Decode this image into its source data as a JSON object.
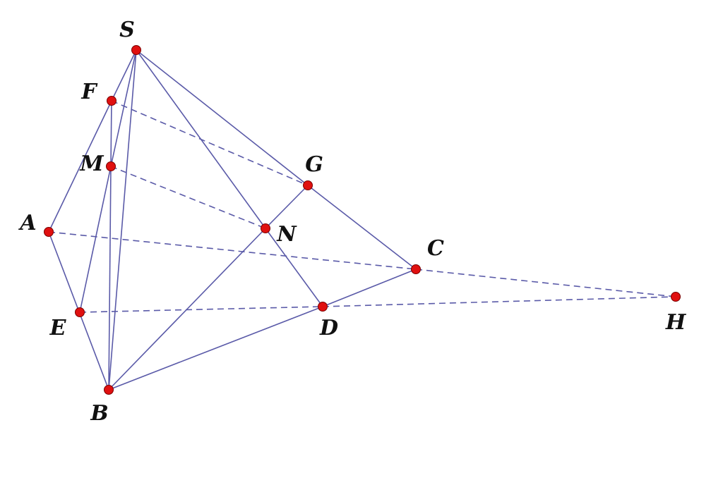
{
  "diagram": {
    "colors": {
      "line": "#5a5aa8",
      "point_fill": "#e01010",
      "point_stroke": "#7a0000",
      "label": "#111111"
    },
    "points": [
      {
        "id": "S",
        "label": "S"
      },
      {
        "id": "F",
        "label": "F"
      },
      {
        "id": "M",
        "label": "M"
      },
      {
        "id": "G",
        "label": "G"
      },
      {
        "id": "A",
        "label": "A"
      },
      {
        "id": "N",
        "label": "N"
      },
      {
        "id": "C",
        "label": "C"
      },
      {
        "id": "E",
        "label": "E"
      },
      {
        "id": "D",
        "label": "D"
      },
      {
        "id": "H",
        "label": "H"
      },
      {
        "id": "B",
        "label": "B"
      }
    ],
    "solid_segments": [
      [
        "S",
        "F"
      ],
      [
        "F",
        "M"
      ],
      [
        "S",
        "M"
      ],
      [
        "S",
        "B"
      ],
      [
        "S",
        "N"
      ],
      [
        "N",
        "D"
      ],
      [
        "S",
        "G"
      ],
      [
        "G",
        "C"
      ],
      [
        "F",
        "A"
      ],
      [
        "A",
        "B"
      ],
      [
        "M",
        "E"
      ],
      [
        "M",
        "B"
      ],
      [
        "B",
        "N"
      ],
      [
        "N",
        "G"
      ],
      [
        "B",
        "D"
      ],
      [
        "D",
        "C"
      ]
    ],
    "dashed_segments": [
      [
        "F",
        "G"
      ],
      [
        "M",
        "N"
      ],
      [
        "A",
        "C"
      ],
      [
        "C",
        "H"
      ],
      [
        "E",
        "D"
      ],
      [
        "D",
        "H"
      ]
    ]
  }
}
